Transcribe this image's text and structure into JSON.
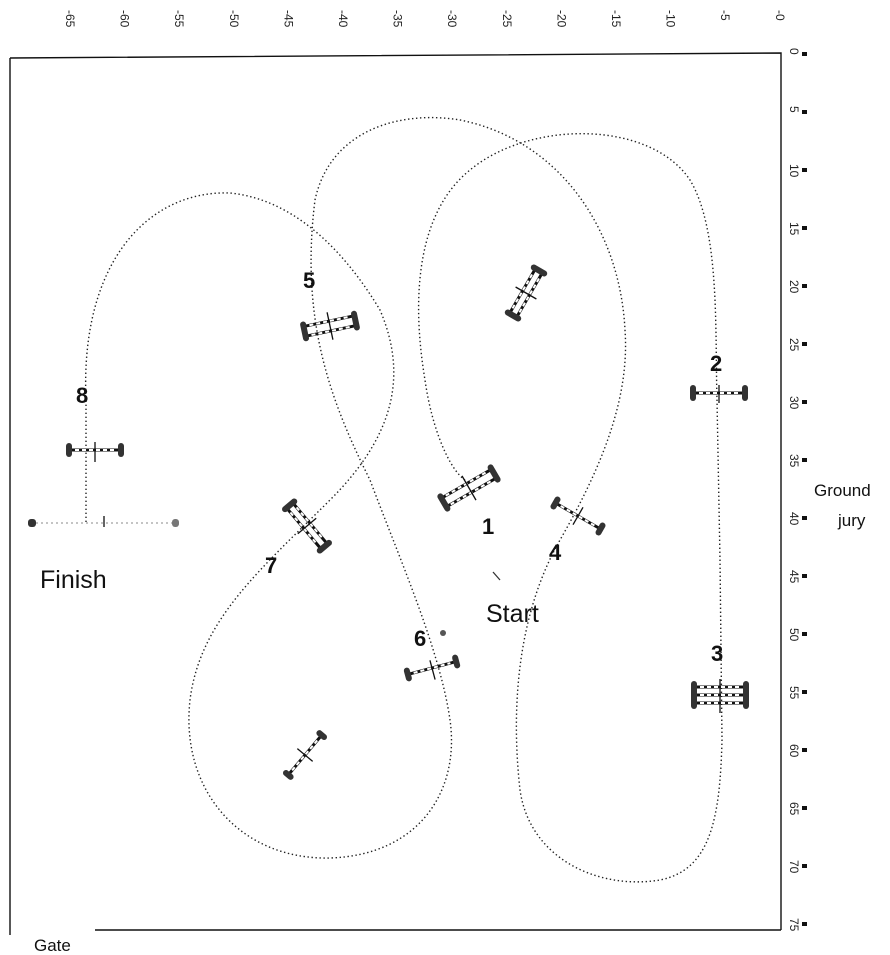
{
  "axis_top": {
    "labels": [
      "-65",
      "-60",
      "-55",
      "-50",
      "-45",
      "-40",
      "-35",
      "-30",
      "-25",
      "-20",
      "-15",
      "-10",
      "-5",
      "-0"
    ]
  },
  "axis_right": {
    "labels": [
      "0",
      "5",
      "10",
      "15",
      "20",
      "25",
      "30",
      "35",
      "40",
      "45",
      "50",
      "55",
      "60",
      "65",
      "70",
      "75"
    ]
  },
  "obstacle_numbers": [
    "1",
    "2",
    "3",
    "4",
    "5",
    "6",
    "7",
    "8"
  ],
  "labels": {
    "start": "Start",
    "finish": "Finish",
    "gate": "Gate",
    "ground": "Ground",
    "jury": "jury"
  }
}
